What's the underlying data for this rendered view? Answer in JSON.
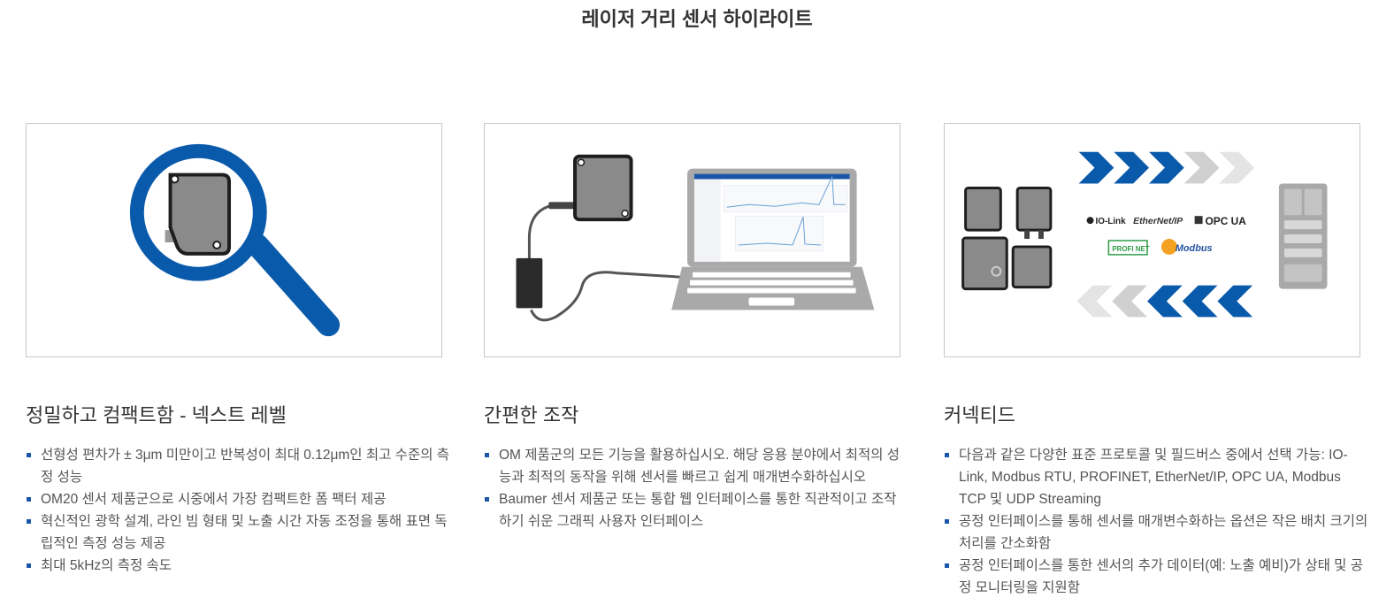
{
  "page": {
    "title": "레이저 거리 센서 하이라이트"
  },
  "features": [
    {
      "heading": "정밀하고 컴팩트함 - 넥스트 레벨",
      "bullets": [
        "선형성 편차가 ± 3μm 미만이고 반복성이 최대 0.12μm인 최고 수준의 측정 성능",
        "OM20 센서 제품군으로 시중에서 가장 컴팩트한 폼 팩터 제공",
        "혁신적인 광학 설계, 라인 빔 형태 및 노출 시간 자동 조정을 통해 표면 독립적인 측정 성능 제공",
        "최대 5kHz의 측정 속도"
      ]
    },
    {
      "heading": "간편한 조작",
      "bullets": [
        "OM 제품군의 모든 기능을 활용하십시오. 해당 응용 분야에서 최적의 성능과 최적의 동작을 위해 센서를 빠르고 쉽게 매개변수화하십시오",
        "Baumer 센서 제품군 또는 통합 웹 인터페이스를 통한 직관적이고 조작하기 쉬운 그래픽 사용자 인터페이스"
      ]
    },
    {
      "heading": "커넥티드",
      "bullets": [
        "다음과 같은 다양한 표준 프로토콜 및 필드버스 중에서 선택 가능: IO-Link, Modbus RTU, PROFINET, EtherNet/IP, OPC UA, Modbus TCP 및 UDP Streaming",
        "공정 인터페이스를 통해 센서를 매개변수화하는 옵션은 작은 배치 크기의 처리를 간소화함",
        "공정 인터페이스를 통한 센서의 추가 데이터(예: 노출 예비)가 상태 및 공정 모니터링을 지원함"
      ]
    }
  ],
  "logos": {
    "iolink": "IO-Link",
    "ethernetip": "EtherNet/IP",
    "opcua": "OPC UA",
    "profinet": "PROFI NET",
    "modbus": "Modbus"
  },
  "colors": {
    "accent": "#0a5aab",
    "sensor_gray": "#888888",
    "arrow_light": "#d4d4d4"
  }
}
